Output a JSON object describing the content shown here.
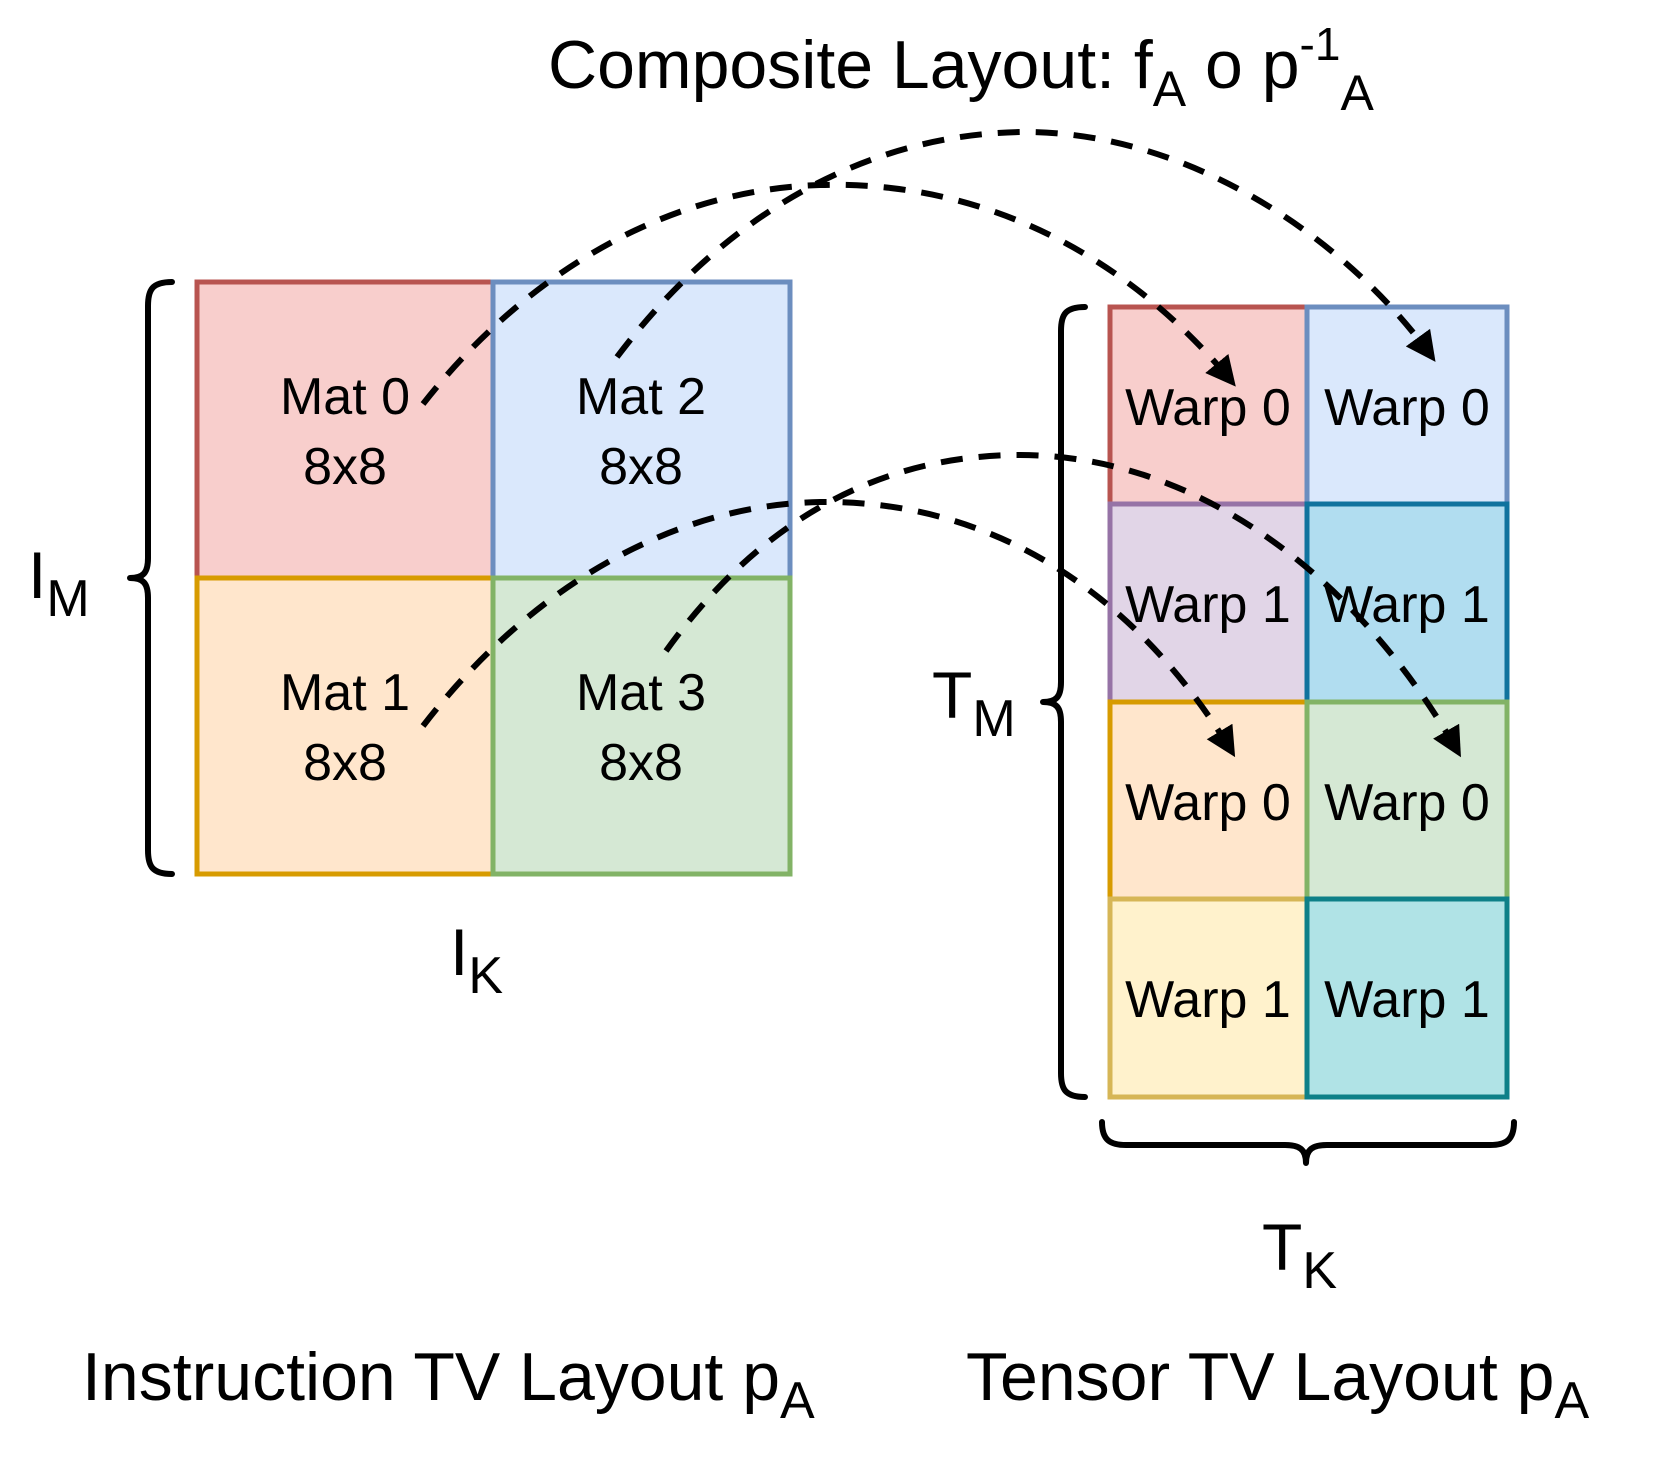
{
  "title": {
    "text": "Composite Layout: f",
    "sub1": "A",
    "mid": " o p",
    "sup": "-1",
    "sub2": "A"
  },
  "instruction": {
    "mats": [
      {
        "name": "Mat 0",
        "size": "8x8",
        "fill": "#f8cecc",
        "stroke": "#b85450"
      },
      {
        "name": "Mat 1",
        "size": "8x8",
        "fill": "#ffe6cc",
        "stroke": "#d79b00"
      },
      {
        "name": "Mat 2",
        "size": "8x8",
        "fill": "#dae8fc",
        "stroke": "#6c8ebf"
      },
      {
        "name": "Mat 3",
        "size": "8x8",
        "fill": "#d5e8d4",
        "stroke": "#82b366"
      }
    ],
    "m_label": {
      "main": "I",
      "sub": "M"
    },
    "k_label": {
      "main": "I",
      "sub": "K"
    },
    "caption": {
      "main": "Instruction TV Layout p",
      "sub": "A"
    }
  },
  "tensor": {
    "cells": [
      {
        "label": "Warp 0",
        "fill": "#f8cecc",
        "stroke": "#b85450"
      },
      {
        "label": "Warp 0",
        "fill": "#dae8fc",
        "stroke": "#6c8ebf"
      },
      {
        "label": "Warp 1",
        "fill": "#e1d5e7",
        "stroke": "#9673a6"
      },
      {
        "label": "Warp 1",
        "fill": "#b1ddf0",
        "stroke": "#10739e"
      },
      {
        "label": "Warp 0",
        "fill": "#ffe6cc",
        "stroke": "#d79b00"
      },
      {
        "label": "Warp 0",
        "fill": "#d5e8d4",
        "stroke": "#82b366"
      },
      {
        "label": "Warp 1",
        "fill": "#fff2cc",
        "stroke": "#d6b656"
      },
      {
        "label": "Warp 1",
        "fill": "#b0e3e6",
        "stroke": "#0e8088"
      }
    ],
    "m_label": {
      "main": "T",
      "sub": "M"
    },
    "k_label": {
      "main": "T",
      "sub": "K"
    },
    "caption": {
      "main": "Tensor TV Layout p",
      "sub": "A"
    }
  },
  "colors": {
    "ink": "#000000",
    "background": "#ffffff"
  }
}
